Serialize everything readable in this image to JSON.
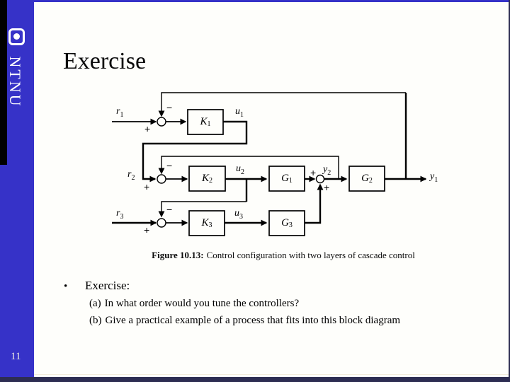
{
  "slide": {
    "title": "Exercise",
    "page_number": "11"
  },
  "sidebar": {
    "logo_text": "NTNU",
    "bar_color": "#3632c8",
    "bottom_bar_color": "#2d2d52"
  },
  "figure": {
    "caption_prefix": "Figure 10.13:",
    "caption_text": "Control configuration with two layers of cascade control",
    "labels": {
      "r1": {
        "base": "r",
        "sub": "1"
      },
      "r2": {
        "base": "r",
        "sub": "2"
      },
      "r3": {
        "base": "r",
        "sub": "3"
      },
      "u1": {
        "base": "u",
        "sub": "1"
      },
      "u2": {
        "base": "u",
        "sub": "2"
      },
      "u3": {
        "base": "u",
        "sub": "3"
      },
      "y1": {
        "base": "y",
        "sub": "1"
      },
      "y2": {
        "base": "y",
        "sub": "2"
      },
      "K1": {
        "base": "K",
        "sub": "1"
      },
      "K2": {
        "base": "K",
        "sub": "2"
      },
      "K3": {
        "base": "K",
        "sub": "3"
      },
      "G1": {
        "base": "G",
        "sub": "1"
      },
      "G2": {
        "base": "G",
        "sub": "2"
      },
      "G3": {
        "base": "G",
        "sub": "3"
      },
      "plus": "+",
      "minus": "−"
    }
  },
  "body": {
    "bullet": "•",
    "heading": "Exercise:",
    "items": [
      {
        "label": "(a)",
        "text": "In what order would you tune the controllers?"
      },
      {
        "label": "(b)",
        "text": "Give a practical example of a process that fits into this block diagram"
      }
    ]
  }
}
